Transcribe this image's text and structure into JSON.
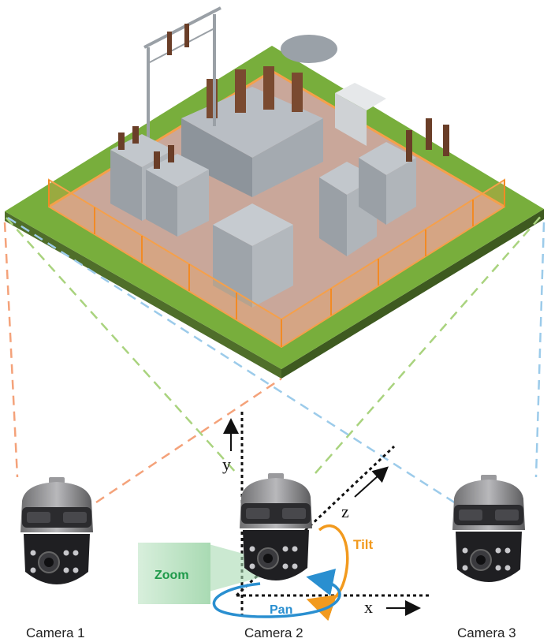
{
  "cameras": [
    {
      "label": "Camera 1"
    },
    {
      "label": "Camera 2"
    },
    {
      "label": "Camera 3"
    }
  ],
  "axes": {
    "x": "x",
    "y": "y",
    "z": "z"
  },
  "motions": {
    "zoom": "Zoom",
    "tilt": "Tilt",
    "pan": "Pan"
  },
  "colors": {
    "camera1_line": "#f4a27a",
    "camera2_line": "#a9d37e",
    "camera3_line": "#9ccbea",
    "zoom": "#1f9a4a",
    "tilt": "#f29a1e",
    "pan": "#2a8fd0",
    "ground": "#78ae3c",
    "fence": "#f5a04a"
  },
  "icons": [
    "substation-illustration",
    "ptz-camera-icon",
    "axis-arrow-icon",
    "rotation-arrow-icon"
  ]
}
